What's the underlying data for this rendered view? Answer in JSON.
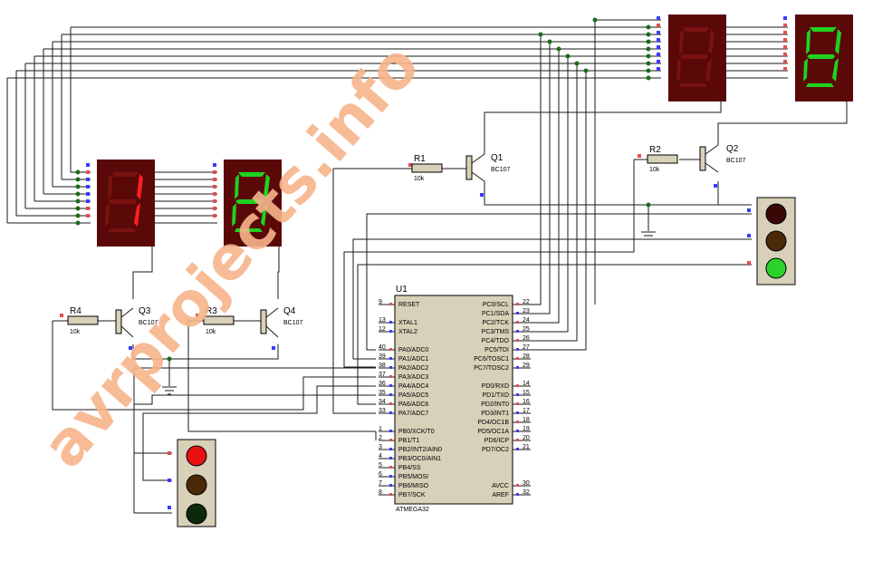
{
  "watermark": "avrprojects.info",
  "mcu": {
    "ref": "U1",
    "part": "ATMEGA32",
    "left_pins": [
      {
        "num": "9",
        "name": "RESET"
      },
      {
        "num": "13",
        "name": "XTAL1"
      },
      {
        "num": "12",
        "name": "XTAL2"
      },
      {
        "num": "40",
        "name": "PA0/ADC0"
      },
      {
        "num": "39",
        "name": "PA1/ADC1"
      },
      {
        "num": "38",
        "name": "PA2/ADC2"
      },
      {
        "num": "37",
        "name": "PA3/ADC3"
      },
      {
        "num": "36",
        "name": "PA4/ADC4"
      },
      {
        "num": "35",
        "name": "PA5/ADC5"
      },
      {
        "num": "34",
        "name": "PA6/ADC6"
      },
      {
        "num": "33",
        "name": "PA7/ADC7"
      },
      {
        "num": "1",
        "name": "PB0/XCK/T0"
      },
      {
        "num": "2",
        "name": "PB1/T1"
      },
      {
        "num": "3",
        "name": "PB2/INT2/AIN0"
      },
      {
        "num": "4",
        "name": "PB3/OC0/AIN1"
      },
      {
        "num": "5",
        "name": "PB4/SS"
      },
      {
        "num": "6",
        "name": "PB5/MOSI"
      },
      {
        "num": "7",
        "name": "PB6/MISO"
      },
      {
        "num": "8",
        "name": "PB7/SCK"
      }
    ],
    "right_pins": [
      {
        "num": "22",
        "name": "PC0/SCL"
      },
      {
        "num": "23",
        "name": "PC1/SDA"
      },
      {
        "num": "24",
        "name": "PC2/TCK"
      },
      {
        "num": "25",
        "name": "PC3/TMS"
      },
      {
        "num": "26",
        "name": "PC4/TDO"
      },
      {
        "num": "27",
        "name": "PC5/TDI"
      },
      {
        "num": "28",
        "name": "PC6/TOSC1"
      },
      {
        "num": "29",
        "name": "PC7/TOSC2"
      },
      {
        "num": "14",
        "name": "PD0/RXD"
      },
      {
        "num": "15",
        "name": "PD1/TXD"
      },
      {
        "num": "16",
        "name": "PD2/INT0"
      },
      {
        "num": "17",
        "name": "PD3/INT1"
      },
      {
        "num": "18",
        "name": "PD4/OC1B"
      },
      {
        "num": "19",
        "name": "PD5/OC1A"
      },
      {
        "num": "20",
        "name": "PD6/ICP"
      },
      {
        "num": "21",
        "name": "PD7/OC2"
      },
      {
        "num": "30",
        "name": "AVCC"
      },
      {
        "num": "32",
        "name": "AREF"
      }
    ]
  },
  "resistors": [
    {
      "ref": "R1",
      "value": "10k"
    },
    {
      "ref": "R2",
      "value": "10k"
    },
    {
      "ref": "R3",
      "value": "10k"
    },
    {
      "ref": "R4",
      "value": "10k"
    }
  ],
  "transistors": [
    {
      "ref": "Q1",
      "part": "BC107"
    },
    {
      "ref": "Q2",
      "part": "BC107"
    },
    {
      "ref": "Q3",
      "part": "BC107"
    },
    {
      "ref": "Q4",
      "part": "BC107"
    }
  ],
  "displays": [
    {
      "id": "top-left",
      "digit": "8",
      "color": "red",
      "lit": false
    },
    {
      "id": "top-right",
      "digit": "8",
      "color": "green",
      "lit": true
    },
    {
      "id": "bottom-left",
      "digit": "1",
      "color": "red",
      "lit": true
    },
    {
      "id": "bottom-right",
      "digit": "8",
      "color": "green",
      "lit": true
    }
  ],
  "traffic_lights": [
    {
      "id": "right",
      "lamps": [
        "off-red",
        "off-amber",
        "green"
      ]
    },
    {
      "id": "left",
      "lamps": [
        "red",
        "off-amber",
        "off-green"
      ]
    }
  ],
  "colors": {
    "wire": "#1a1a1a",
    "display_body": "#5a0808",
    "segment_red": "#ff2020",
    "segment_green": "#1fd21f",
    "lamp_red": "#e81010",
    "lamp_green": "#2ad22a",
    "mcu_body": "#d8d0b8",
    "watermark": "#f7b48a"
  }
}
